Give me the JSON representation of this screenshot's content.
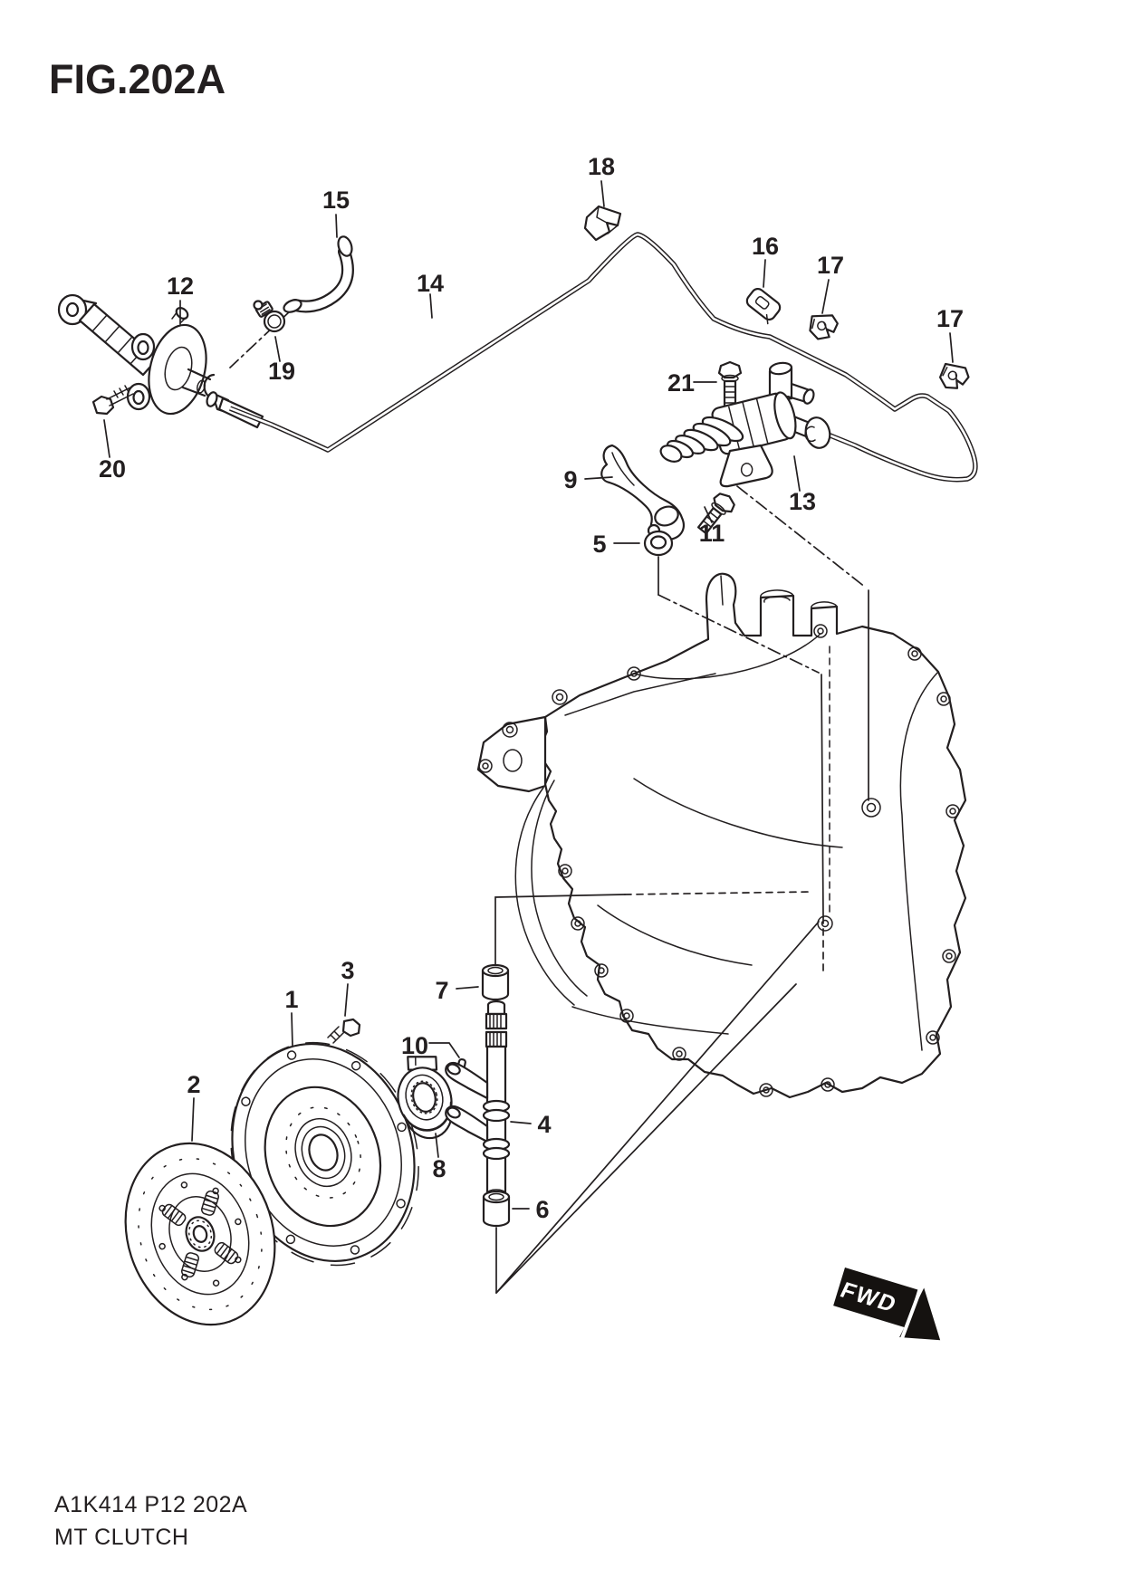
{
  "figure": {
    "title": "FIG.202A",
    "code": "A1K414 P12 202A",
    "caption": "MT CLUTCH"
  },
  "fwd_marker": {
    "label": "FWD"
  },
  "colors": {
    "line": "#231f20",
    "background": "#ffffff",
    "fwd_fill": "#151210",
    "fwd_text": "#ffffff"
  },
  "callouts": {
    "c1": "1",
    "c2": "2",
    "c3": "3",
    "c4": "4",
    "c5": "5",
    "c6": "6",
    "c7": "7",
    "c8": "8",
    "c9": "9",
    "c10": "10",
    "c11": "11",
    "c12": "12",
    "c13": "13",
    "c14": "14",
    "c15": "15",
    "c16": "16",
    "c17a": "17",
    "c17b": "17",
    "c18": "18",
    "c19": "19",
    "c20": "20",
    "c21": "21"
  }
}
